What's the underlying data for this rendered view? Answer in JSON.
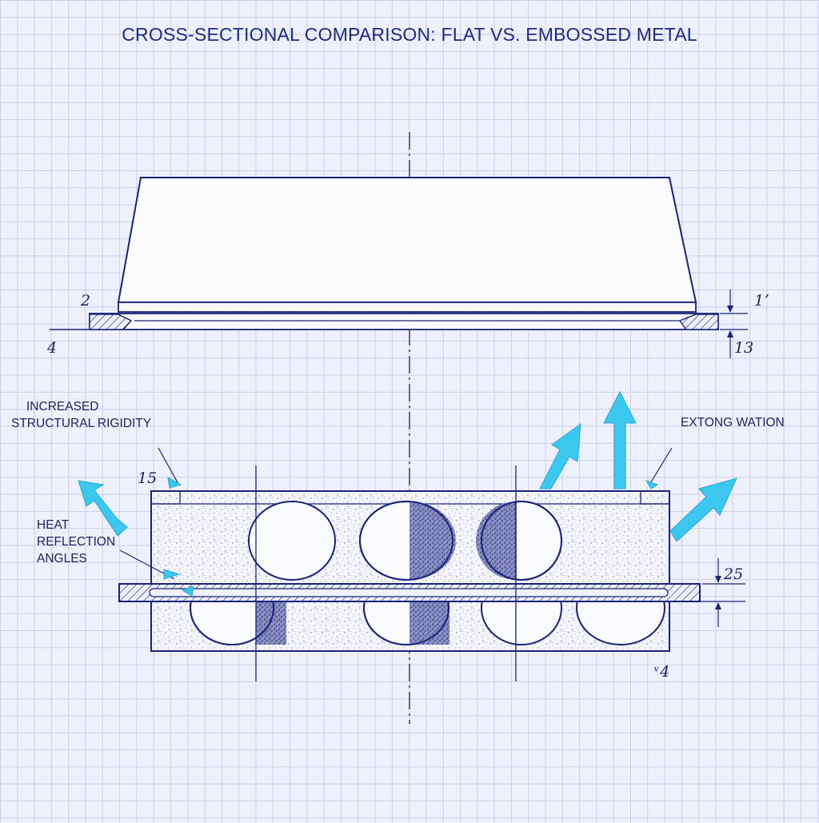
{
  "title": "CROSS-SECTIONAL COMPARISON: FLAT VS. EMBOSSED METAL",
  "annotations": {
    "rigidity_line1": "INCREASED",
    "rigidity_line2": "STRUCTURAL RIGIDITY",
    "heat_line1": "HEAT",
    "heat_line2": "REFLECTION",
    "heat_line3": "ANGLES",
    "right_label": "EXTONG WATION"
  },
  "dimensions": {
    "flat_left_top": "2",
    "flat_left_base": "4",
    "flat_right_top": "1ʼ",
    "flat_right_bottom": "13",
    "emb_top_left": "15",
    "emb_right_mid": "25",
    "emb_bottom_right": "ᵛ4"
  },
  "colors": {
    "ink": "#1b237a",
    "arrow": "#3cc8ee",
    "grid": "#c9cfe9",
    "paper": "#eef0fb"
  }
}
